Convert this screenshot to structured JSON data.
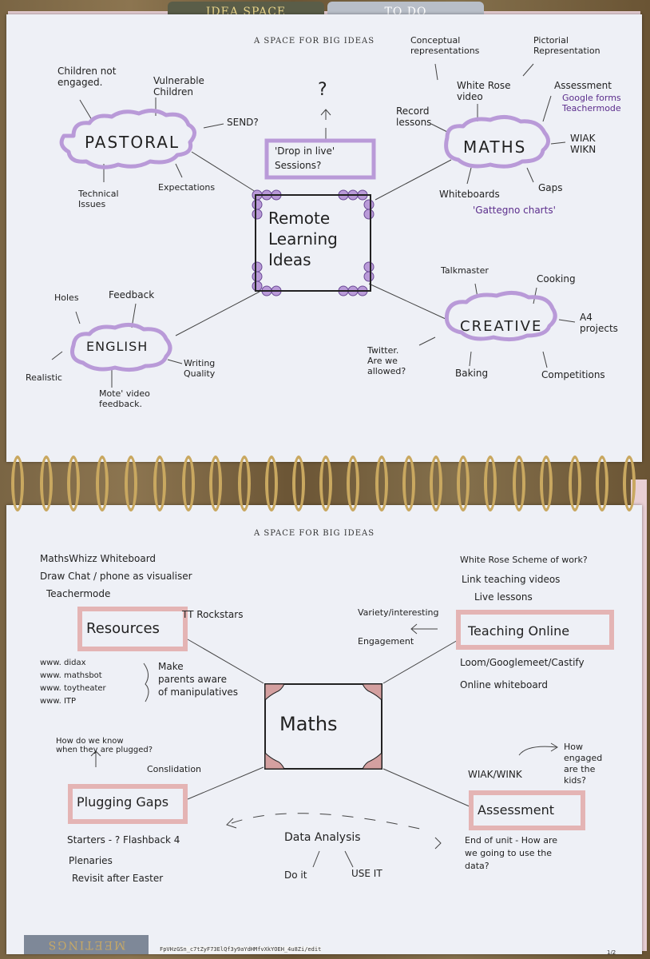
{
  "tabs": {
    "idea_space": "IDEA SPACE",
    "to_do": "TO DO",
    "meetings": "MEETINGS"
  },
  "top_page": {
    "header": "A SPACE FOR BIG IDEAS",
    "center": "Remote\nLearning\nIdeas",
    "pastoral": {
      "title": "PASTORAL",
      "notes": [
        "Children not\nengaged.",
        "Vulnerable\nChildren",
        "SEND?",
        "Technical\nIssues",
        "Expectations"
      ]
    },
    "drop_in": {
      "question": "?",
      "label": "'Drop in live'\nSessions?"
    },
    "maths": {
      "title": "MATHS",
      "notes": [
        "Conceptual\nrepresentations",
        "Pictorial\nRepresentation",
        "White Rose\nvideo",
        "Assessment",
        "Google forms\nTeachermode",
        "Record\nlessons",
        "WIAK\nWIKN",
        "Whiteboards",
        "Gaps",
        "'Gattegno charts'"
      ]
    },
    "english": {
      "title": "ENGLISH",
      "notes": [
        "Holes",
        "Feedback",
        "Realistic",
        "Writing\nQuality",
        "Mote' video\nfeedback."
      ]
    },
    "creative": {
      "title": "CREATIVE",
      "notes": [
        "Talkmaster",
        "Cooking",
        "A4\nprojects",
        "Twitter.\nAre we\nallowed?",
        "Baking",
        "Competitions"
      ]
    }
  },
  "bottom_page": {
    "header": "A SPACE FOR BIG IDEAS",
    "center": "Maths",
    "resources": {
      "title": "Resources",
      "notes": [
        "MathsWhizz Whiteboard",
        "Draw Chat / phone as visualiser",
        "Teachermode",
        "TT Rockstars",
        "www. didax\nwww. mathsbot\nwww. toytheater\nwww. ITP",
        "Make\nparents aware\nof manipulatives"
      ]
    },
    "teaching": {
      "title": "Teaching Online",
      "notes": [
        "White Rose Scheme of work?",
        "Link teaching videos",
        "Live lessons",
        "Variety/interesting",
        "Engagement",
        "Loom/Googlemeet/Castify",
        "Online whiteboard"
      ]
    },
    "gaps": {
      "title": "Plugging Gaps",
      "notes": [
        "How do we know\nwhen they are plugged?",
        "Conslidation",
        "Starters - ? Flashback 4",
        "Plenaries",
        "Revisit after Easter"
      ]
    },
    "assessment": {
      "title": "Assessment",
      "notes": [
        "WIAK/WINK",
        "How\nengaged\nare the\nkids?",
        "End of unit - How are\nwe going to use the\ndata?"
      ]
    },
    "data": {
      "title": "Data Analysis",
      "notes": [
        "Do it",
        "USE IT"
      ]
    }
  },
  "footer": {
    "url": "FpVHzGSn_c7tZyF73ElQf3y9aYdHMfvXkYOEH_4u8Zi/edit",
    "page": "1/2"
  },
  "colors": {
    "purple": "#b99ad8",
    "pink": "#e4b4b4",
    "ink": "#222222",
    "accent_purple": "#5b2d8c"
  }
}
